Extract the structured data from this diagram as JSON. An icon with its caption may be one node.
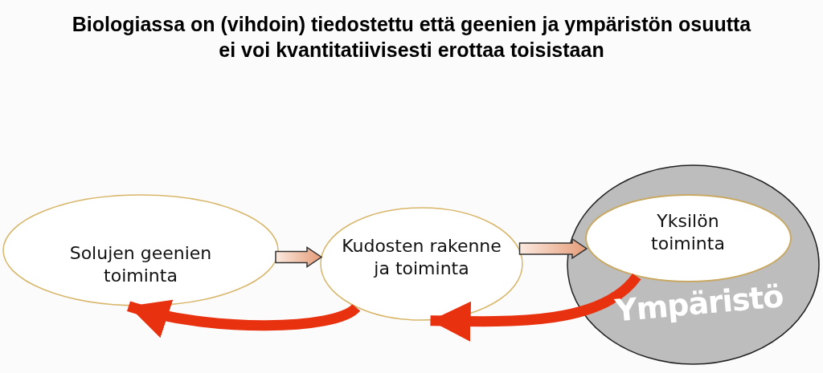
{
  "diagram": {
    "title": "Biologiassa on (vihdoin) tiedostettu että geenien ja ympäristön osuutta ei voi kvantitatiivisesti erottaa toisistaan",
    "nodes": [
      {
        "text": [
          "Solujen geenien toiminta"
        ]
      },
      {
        "text": [
          "Kudosten rakenne ja toiminta"
        ]
      },
      {
        "text": [
          "Ympäristö"
        ]
      },
      {
        "text": [
          "Yksilön toiminta"
        ],
        "in": 2
      }
    ],
    "edges": [
      {
        "from": 0,
        "to": 1,
        "arrow": "to"
      },
      {
        "from": 1,
        "to": 3,
        "arrow": "to"
      },
      {
        "from": 3,
        "to": 1,
        "arrow": "to",
        "color": "#e8310e"
      },
      {
        "from": 1,
        "to": 0,
        "arrow": "to",
        "color": "#e8310e"
      }
    ]
  }
}
